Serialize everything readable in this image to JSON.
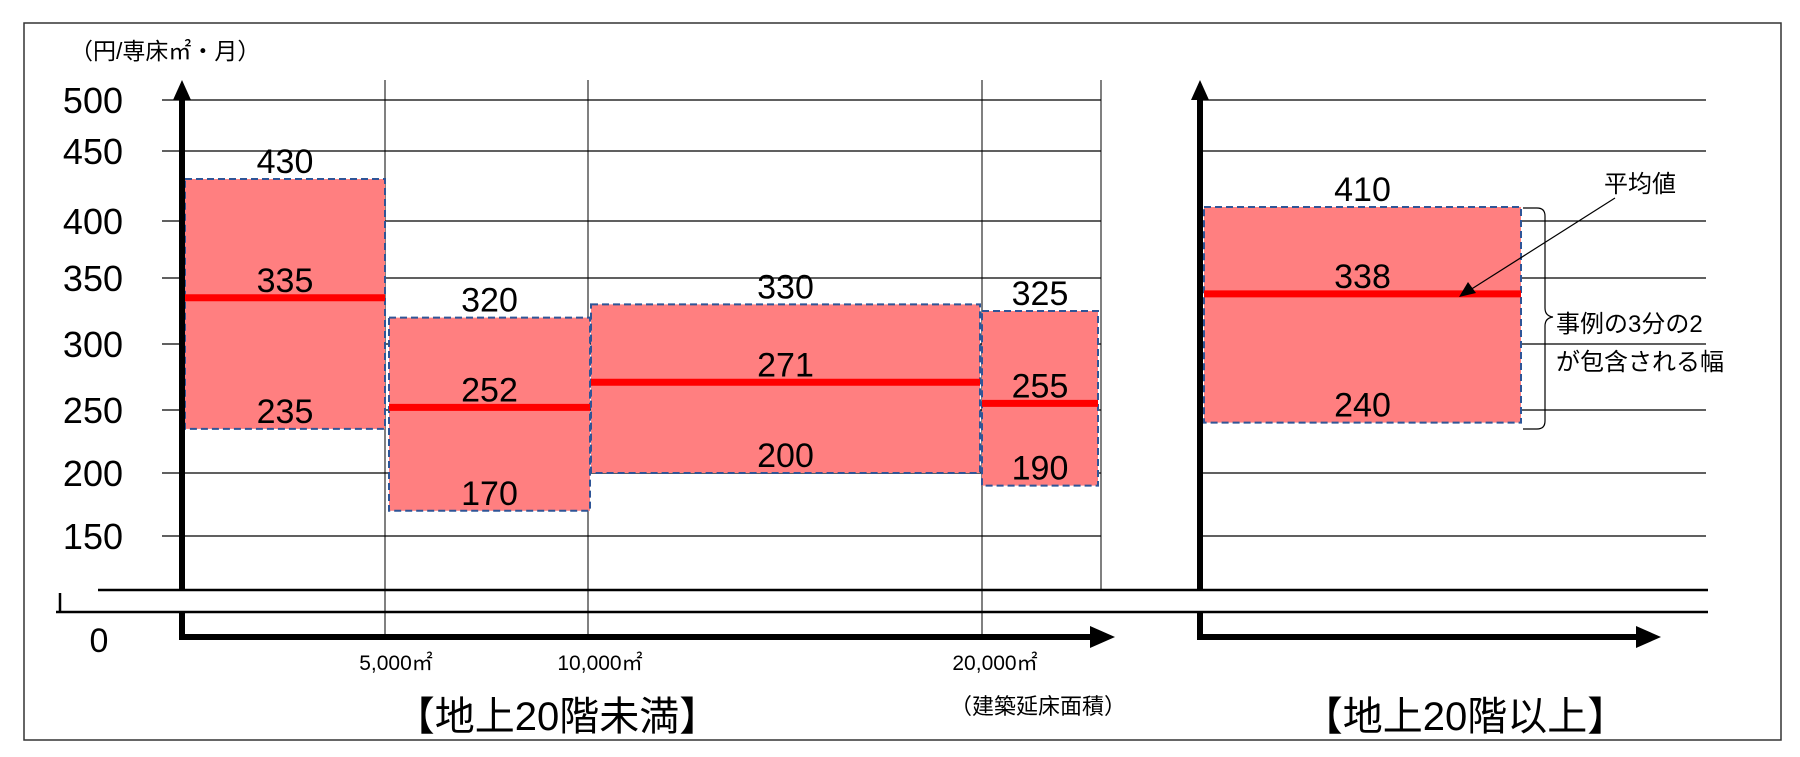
{
  "chart_data": {
    "type": "bar",
    "subtype": "floating-range-with-mean",
    "ylabel": "（円/専床㎡・月）",
    "yticks": [
      500,
      450,
      400,
      350,
      300,
      250,
      200,
      150
    ],
    "origin_label": "0",
    "ylim": [
      150,
      500
    ],
    "xlabel": "（建築延床面積）",
    "xtick_labels": [
      "5,000㎡",
      "10,000㎡",
      "20,000㎡"
    ],
    "groups": [
      {
        "title": "【地上20階未満】"
      },
      {
        "title": "【地上20階以上】"
      }
    ],
    "series": [
      {
        "name": "~5,000㎡",
        "group": 0,
        "high": 430,
        "mean": 335,
        "low": 235
      },
      {
        "name": "5,000~10,000㎡",
        "group": 0,
        "high": 320,
        "mean": 252,
        "low": 170
      },
      {
        "name": "10,000~20,000㎡",
        "group": 0,
        "high": 330,
        "mean": 271,
        "low": 200
      },
      {
        "name": "20,000㎡~",
        "group": 0,
        "high": 325,
        "mean": 255,
        "low": 190
      },
      {
        "name": "20階以上",
        "group": 1,
        "high": 410,
        "mean": 338,
        "low": 240
      }
    ],
    "annotations": {
      "mean_label": "平均値",
      "range_label_line1": "事例の3分の2",
      "range_label_line2": "が包含される幅"
    },
    "colors": {
      "box_fill": "#ff7f80",
      "box_border": "#2f5597",
      "mean_line": "#ff0000"
    }
  }
}
